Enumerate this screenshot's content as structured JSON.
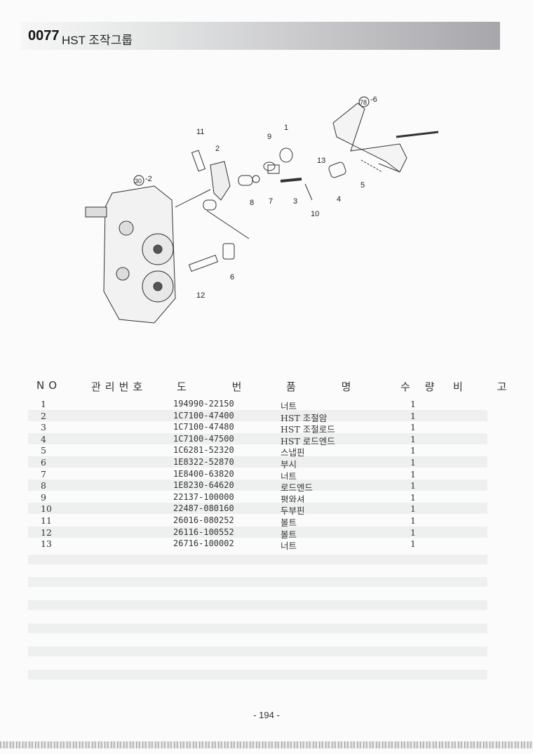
{
  "header": {
    "code": "0077",
    "title": "HST 조작그룹"
  },
  "diagram": {
    "callouts": [
      "11",
      "2",
      "9",
      "1",
      "13",
      "78",
      "-6",
      "30",
      "-2",
      "8",
      "7",
      "3",
      "4",
      "5",
      "10",
      "6",
      "12"
    ]
  },
  "table": {
    "headers": [
      "NO",
      "관리번호",
      "도 번",
      "품 명",
      "수 량",
      "비 고"
    ],
    "rows": [
      {
        "no": "1",
        "part": "194990-22150",
        "name": "너트",
        "qty": "1"
      },
      {
        "no": "2",
        "part": "1C7100-47400",
        "name": "HST 조절암",
        "qty": "1"
      },
      {
        "no": "3",
        "part": "1C7100-47480",
        "name": "HST 조절로드",
        "qty": "1"
      },
      {
        "no": "4",
        "part": "1C7100-47500",
        "name": "HST 로드엔드",
        "qty": "1"
      },
      {
        "no": "5",
        "part": "1C6281-52320",
        "name": "스냅핀",
        "qty": "1"
      },
      {
        "no": "6",
        "part": "1E8322-52870",
        "name": "부시",
        "qty": "1"
      },
      {
        "no": "7",
        "part": "1E8400-63820",
        "name": "너트",
        "qty": "1"
      },
      {
        "no": "8",
        "part": "1E8230-64620",
        "name": "로드엔드",
        "qty": "1"
      },
      {
        "no": "9",
        "part": "22137-100000",
        "name": "평와셔",
        "qty": "1"
      },
      {
        "no": "10",
        "part": "22487-080160",
        "name": "두부핀",
        "qty": "1"
      },
      {
        "no": "11",
        "part": "26016-080252",
        "name": "볼트",
        "qty": "1"
      },
      {
        "no": "12",
        "part": "26116-100552",
        "name": "볼트",
        "qty": "1"
      },
      {
        "no": "13",
        "part": "26716-100002",
        "name": "너트",
        "qty": "1"
      }
    ]
  },
  "footer": {
    "page_number": "- 194 -"
  }
}
